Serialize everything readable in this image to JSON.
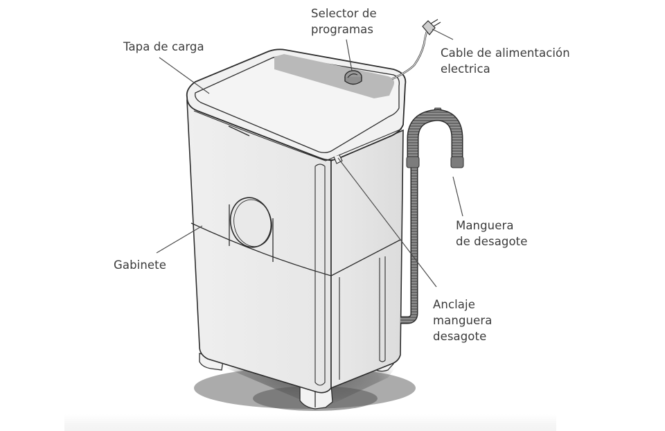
{
  "diagram": {
    "subject": "washing-machine",
    "colors": {
      "outline": "#2b2b2b",
      "body_fill": "#ebebeb",
      "lid_fill": "#f1f1f1",
      "panel_fill": "#b9b9b9",
      "hose_fill": "#8f8f8f",
      "hose_ribs": "#3c3c3c",
      "label_text": "#3a3a3a",
      "leader_line": "#4a4a4a",
      "shadow": "#555555"
    }
  },
  "labels": {
    "tapa_de_carga": {
      "line1": "Tapa de carga"
    },
    "selector_de_programas": {
      "line1": "Selector de",
      "line2": "programas"
    },
    "cable_alimentacion": {
      "line1": "Cable de alimentación",
      "line2": "electrica"
    },
    "manguera_desagote": {
      "line1": "Manguera",
      "line2": "de desagote"
    },
    "gabinete": {
      "line1": "Gabinete"
    },
    "anclaje_manguera": {
      "line1": "Anclaje",
      "line2": "manguera",
      "line3": "desagote"
    }
  }
}
